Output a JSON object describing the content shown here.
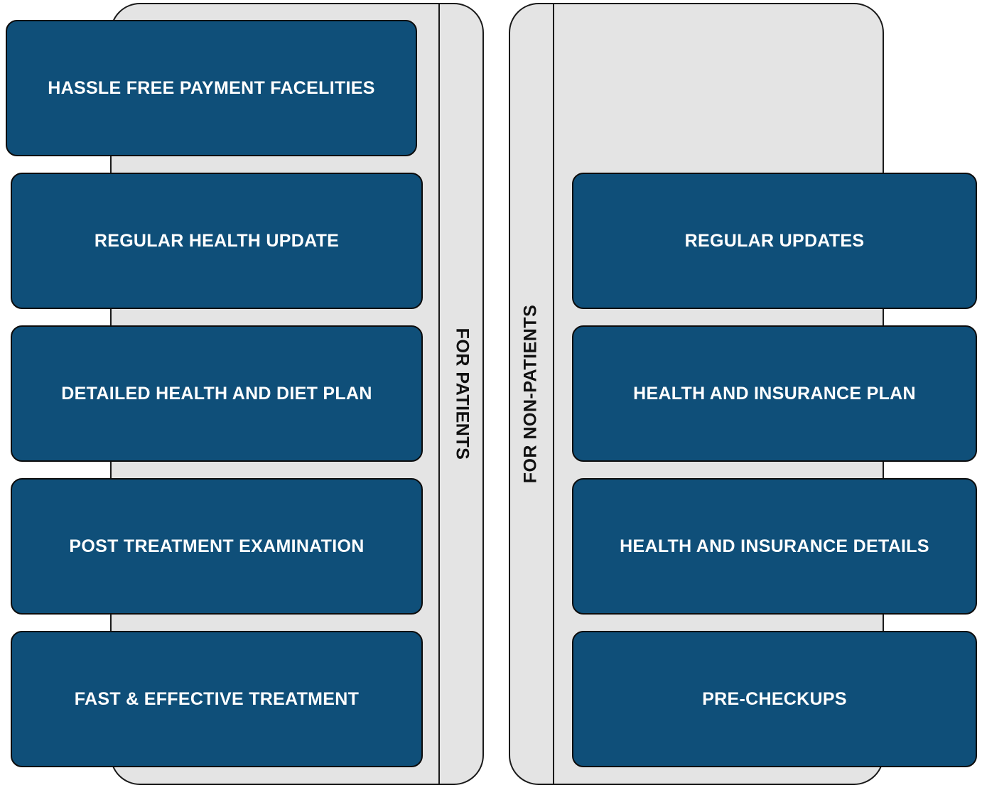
{
  "colors": {
    "card_fill": "#0f4f79",
    "card_text": "#ffffff",
    "panel_fill": "#e4e4e4",
    "outline": "#1a1a1a"
  },
  "left_group": {
    "label": "FOR PATIENTS",
    "items": [
      "HASSLE FREE PAYMENT FACELITIES",
      "REGULAR HEALTH UPDATE",
      "DETAILED HEALTH AND DIET PLAN",
      "POST TREATMENT EXAMINATION",
      "FAST & EFFECTIVE TREATMENT"
    ]
  },
  "right_group": {
    "label": "FOR NON-PATIENTS",
    "items": [
      "REGULAR UPDATES",
      "HEALTH AND INSURANCE PLAN",
      "HEALTH AND INSURANCE DETAILS",
      "PRE-CHECKUPS"
    ]
  }
}
